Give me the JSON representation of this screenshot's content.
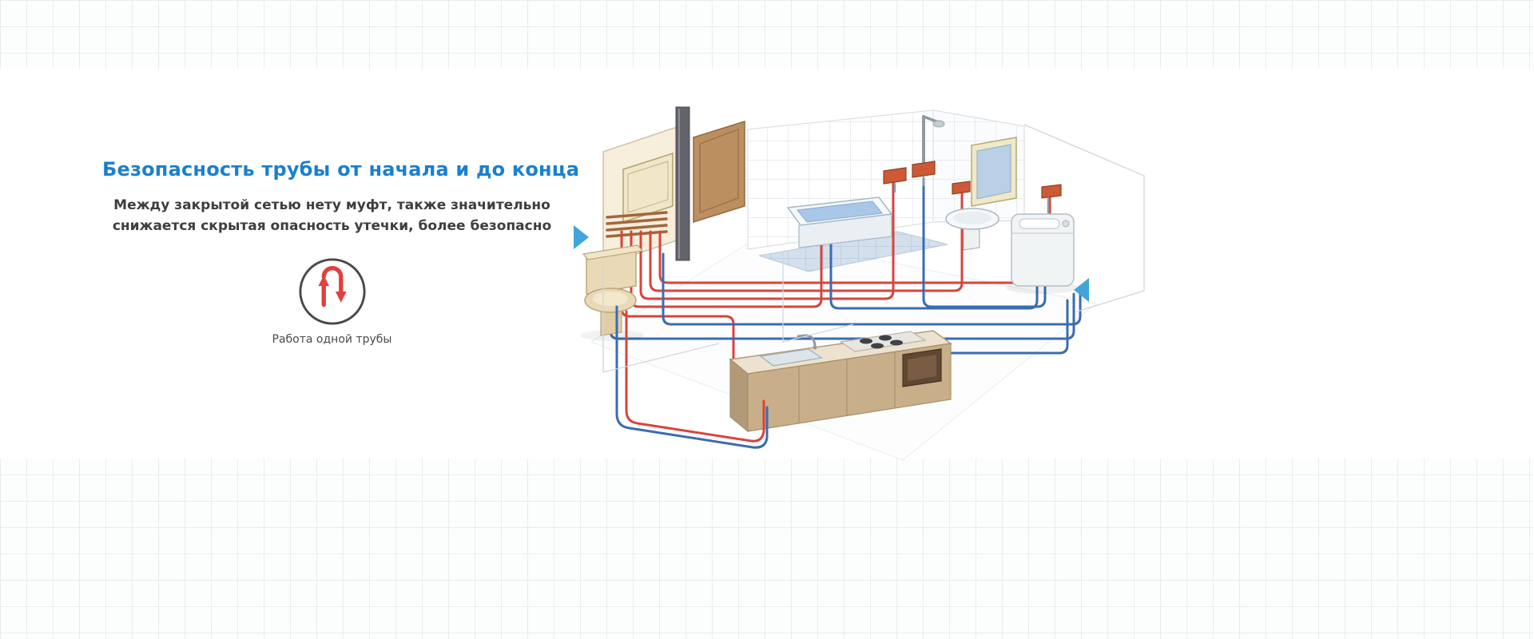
{
  "colors": {
    "accent": "#1a80ce",
    "arrow": "#41a5da",
    "icon-red": "#e2403a",
    "pipe-hot": "#d6453c",
    "pipe-cold": "#3a6cb0",
    "text": "#3e3e3e"
  },
  "hero": {
    "title": "Безопасность трубы от начала и до конца",
    "subtitle_line1": "Между закрытой сетью нету муфт, также значительно",
    "subtitle_line2": "снижается скрытая опасность утечки, более безопасно",
    "feature_caption": "Работа одной трубы"
  },
  "icons": {
    "feature": "single-pipe-loop-icon",
    "nav_left": "arrow-right-icon",
    "nav_right": "arrow-left-icon"
  },
  "illustration": {
    "fixtures": [
      "water-heater",
      "pipe-manifold",
      "toilet",
      "bathtub",
      "shower",
      "washbasin",
      "mirror-cabinet",
      "washing-machine",
      "kitchen-sink",
      "stove"
    ]
  }
}
